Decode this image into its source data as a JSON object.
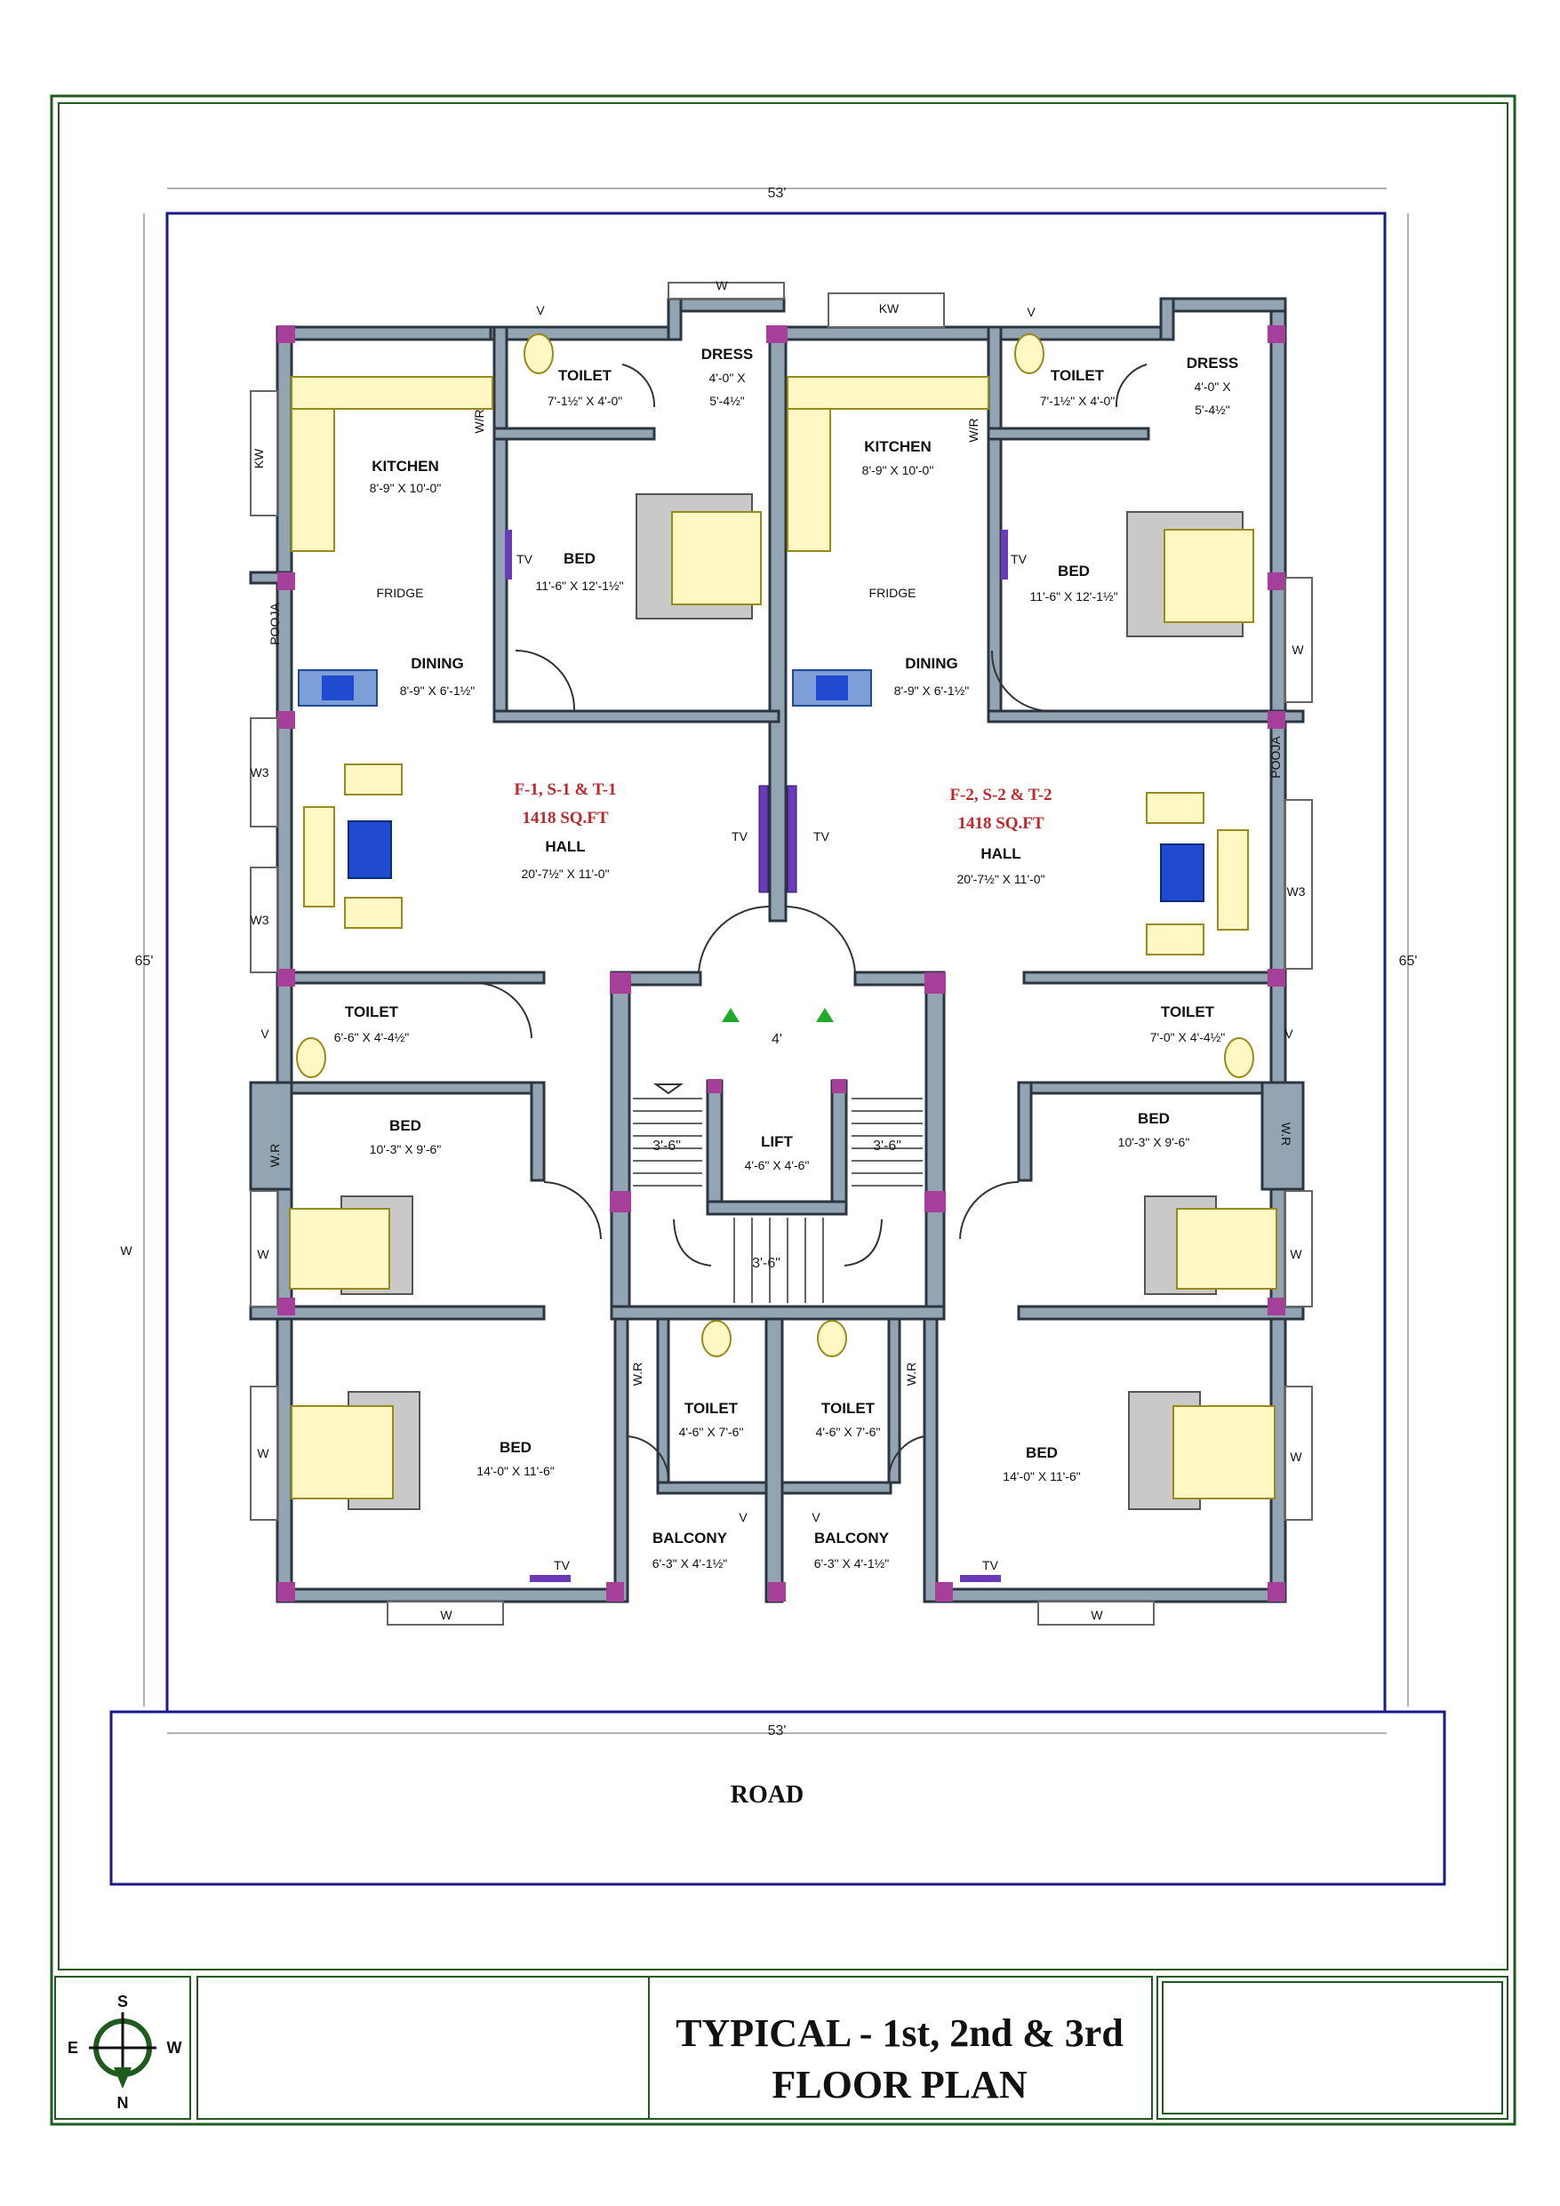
{
  "plan": {
    "title_line1": "TYPICAL - 1st, 2nd & 3rd",
    "title_line2": "FLOOR PLAN",
    "road": "ROAD",
    "dims": {
      "top": "53'",
      "bottom": "53'",
      "left": "65'",
      "right": "65'",
      "stair_landing": "4'"
    },
    "compass": {
      "n": "N",
      "s": "S",
      "e": "E",
      "w": "W"
    },
    "flat_left": {
      "name": "F-1, S-1 & T-1",
      "area": "1418 SQ.FT"
    },
    "flat_right": {
      "name": "F-2, S-2 & T-2",
      "area": "1418 SQ.FT"
    },
    "rooms": {
      "kitchen_l": {
        "name": "KITCHEN",
        "size": "8'-9\" X 10'-0\""
      },
      "kitchen_r": {
        "name": "KITCHEN",
        "size": "8'-9\" X 10'-0\""
      },
      "toilet_top_l": {
        "name": "TOILET",
        "size": "7'-1½\" X 4'-0\""
      },
      "toilet_top_r": {
        "name": "TOILET",
        "size": "7'-1½\" X 4'-0\""
      },
      "dress_l": {
        "name": "DRESS",
        "size1": "4'-0\" X",
        "size2": "5'-4½\""
      },
      "dress_r": {
        "name": "DRESS",
        "size1": "4'-0\" X",
        "size2": "5'-4½\""
      },
      "bed_top_l": {
        "name": "BED",
        "size": "11'-6\" X 12'-1½\""
      },
      "bed_top_r": {
        "name": "BED",
        "size": "11'-6\" X 12'-1½\""
      },
      "dining_l": {
        "name": "DINING",
        "size": "8'-9\" X 6'-1½\""
      },
      "dining_r": {
        "name": "DINING",
        "size": "8'-9\" X 6'-1½\""
      },
      "hall_l": {
        "name": "HALL",
        "size": "20'-7½\" X 11'-0\""
      },
      "hall_r": {
        "name": "HALL",
        "size": "20'-7½\" X 11'-0\""
      },
      "toilet_mid_l": {
        "name": "TOILET",
        "size": "6'-6\" X 4'-4½\""
      },
      "toilet_mid_r": {
        "name": "TOILET",
        "size": "7'-0\" X 4'-4½\""
      },
      "bed_mid_l": {
        "name": "BED",
        "size": "10'-3\" X 9'-6\""
      },
      "bed_mid_r": {
        "name": "BED",
        "size": "10'-3\" X 9'-6\""
      },
      "bed_bot_l": {
        "name": "BED",
        "size": "14'-0\" X 11'-6\""
      },
      "bed_bot_r": {
        "name": "BED",
        "size": "14'-0\" X 11'-6\""
      },
      "toilet_bot_l": {
        "name": "TOILET",
        "size": "4'-6\" X 7'-6\""
      },
      "toilet_bot_r": {
        "name": "TOILET",
        "size": "4'-6\" X 7'-6\""
      },
      "balcony_l": {
        "name": "BALCONY",
        "size": "6'-3\" X 4'-1½\""
      },
      "balcony_r": {
        "name": "BALCONY",
        "size": "6'-3\" X 4'-1½\""
      },
      "lift": {
        "name": "LIFT",
        "size": "4'-6\" X 4'-6\""
      },
      "stair_1": "3'-6\"",
      "stair_2": "3'-6\"",
      "stair_3": "3'-6\""
    },
    "tags": {
      "kw": "KW",
      "w": "W",
      "w3": "W3",
      "v": "V",
      "wr": "W.R",
      "wr_small": "W/R",
      "pooja": "POOJA",
      "tv": "TV",
      "fridge": "FRIDGE"
    },
    "colors": {
      "frame": "#1f5b1f",
      "site": "#1a1a8a",
      "wall": "#93a5b3",
      "column": "#a53f9a",
      "label_red": "#c0272d"
    }
  }
}
